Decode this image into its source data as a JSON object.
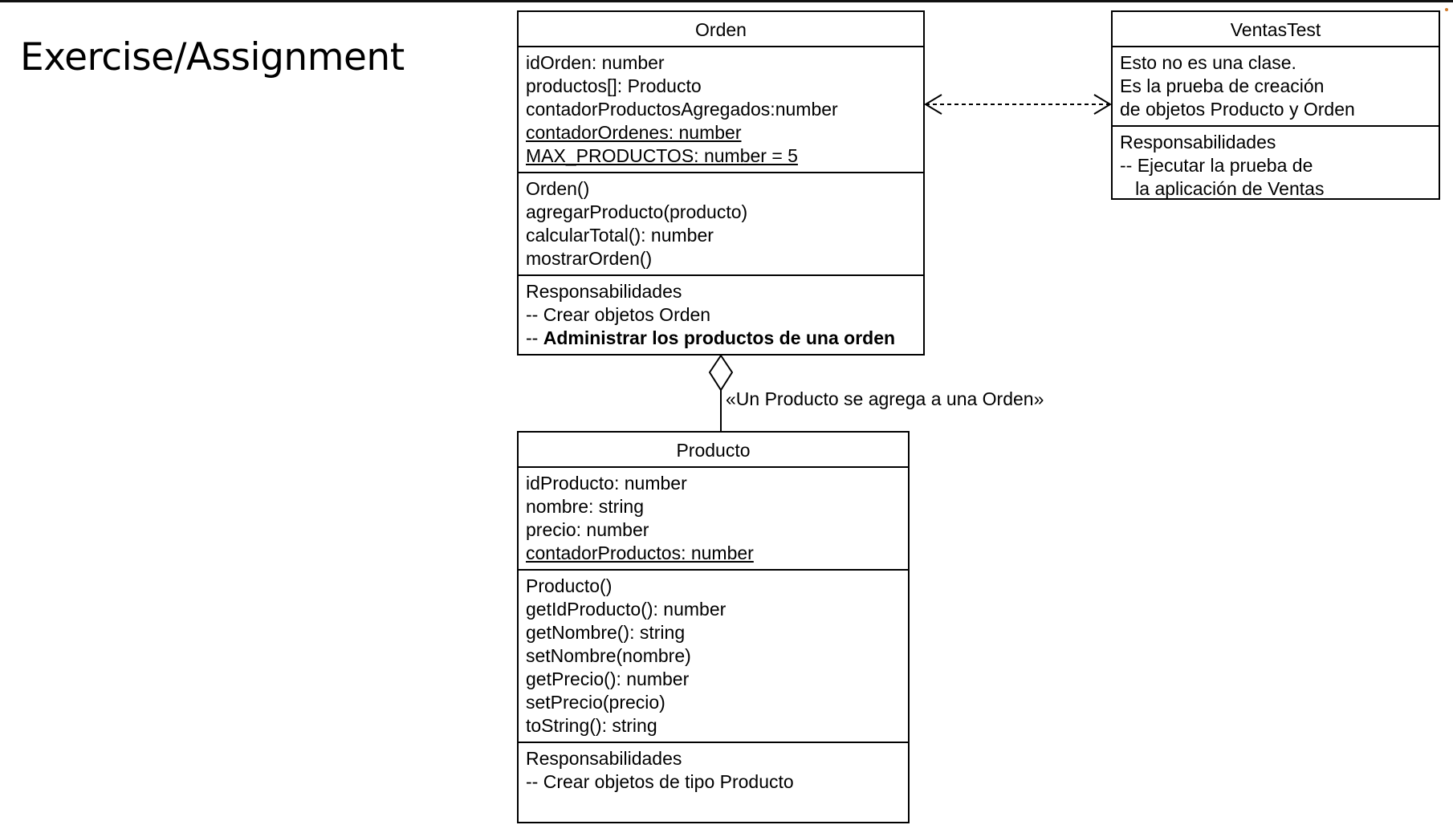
{
  "slide": {
    "title": "Exercise/Assignment"
  },
  "classes": {
    "orden": {
      "name": "Orden",
      "attributes": [
        {
          "text": "idOrden: number",
          "static": false
        },
        {
          "text": "productos[]: Producto",
          "static": false
        },
        {
          "text": "contadorProductosAgregados:number",
          "static": false
        },
        {
          "text": "contadorOrdenes: number",
          "static": true
        },
        {
          "text": "MAX_PRODUCTOS: number = 5",
          "static": true
        }
      ],
      "methods": [
        "Orden()",
        "agregarProducto(producto)",
        "calcularTotal(): number",
        "mostrarOrden()"
      ],
      "responsibilities_title": "Responsabilidades",
      "responsibilities": [
        {
          "prefix": "-- ",
          "text": "Crear objetos Orden",
          "bold": false
        },
        {
          "prefix": "-- ",
          "text": "Administrar los productos de una orden",
          "bold": true
        }
      ]
    },
    "producto": {
      "name": "Producto",
      "attributes": [
        {
          "text": "idProducto: number",
          "static": false
        },
        {
          "text": "nombre: string",
          "static": false
        },
        {
          "text": "precio: number",
          "static": false
        },
        {
          "text": "contadorProductos: number",
          "static": true
        }
      ],
      "methods": [
        "Producto()",
        "getIdProducto(): number",
        "getNombre(): string",
        "setNombre(nombre)",
        "getPrecio(): number",
        "setPrecio(precio)",
        "toString(): string"
      ],
      "responsibilities_title": "Responsabilidades",
      "responsibilities": [
        {
          "prefix": "-- ",
          "text": "Crear objetos de tipo Producto",
          "bold": false
        }
      ]
    },
    "ventastest": {
      "name": "VentasTest",
      "notes": [
        "Esto no es una clase.",
        "Es la prueba de creación",
        "de objetos Producto y Orden"
      ],
      "responsibilities_title": "Responsabilidades",
      "responsibilities": [
        "-- Ejecutar la prueba de",
        "   la aplicación de Ventas"
      ]
    }
  },
  "relations": {
    "aggregation_label": "«Un Producto se agrega a una Orden»"
  }
}
